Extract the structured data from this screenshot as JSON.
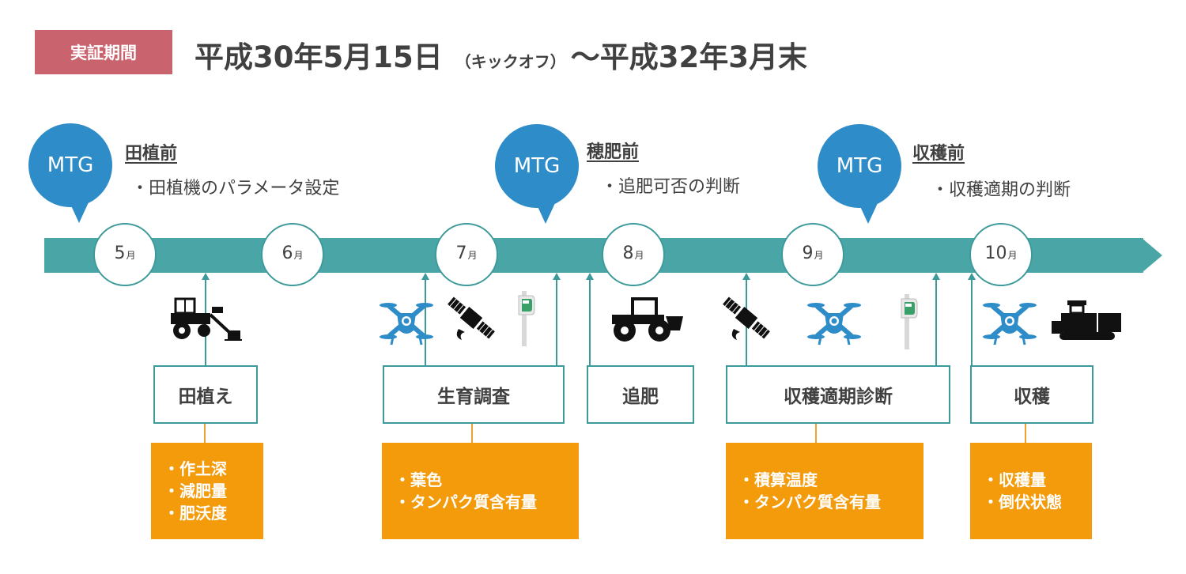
{
  "header": {
    "badge": "実証期間",
    "period_start": "平成30年5月15日",
    "period_note": "（キックオフ）",
    "period_end": "〜平成32年3月末"
  },
  "meetings": [
    {
      "label": "MTG",
      "phase": "田植前",
      "desc": "・田植機のパラメータ設定"
    },
    {
      "label": "MTG",
      "phase": "穂肥前",
      "desc": "・追肥可否の判断"
    },
    {
      "label": "MTG",
      "phase": "収穫前",
      "desc": "・収穫適期の判断"
    }
  ],
  "months": [
    {
      "num": "5",
      "unit": "月"
    },
    {
      "num": "6",
      "unit": "月"
    },
    {
      "num": "7",
      "unit": "月"
    },
    {
      "num": "8",
      "unit": "月"
    },
    {
      "num": "9",
      "unit": "月"
    },
    {
      "num": "10",
      "unit": "月"
    }
  ],
  "activities": [
    {
      "label": "田植え",
      "details": [
        "・作土深",
        "・減肥量",
        "・肥沃度"
      ]
    },
    {
      "label": "生育調査",
      "details": [
        "・葉色",
        "・タンパク質含有量"
      ]
    },
    {
      "label": "追肥",
      "details": []
    },
    {
      "label": "収穫適期診断",
      "details": [
        "・積算温度",
        "・タンパク質含有量"
      ]
    },
    {
      "label": "収穫",
      "details": [
        "・収穫量",
        "・倒伏状態"
      ]
    }
  ],
  "icons": {
    "rice_transplanter": "rice-transplanter-icon",
    "drone": "drone-icon",
    "satellite": "satellite-icon",
    "field_sensor": "field-sensor-icon",
    "tractor": "tractor-icon",
    "combine": "combine-harvester-icon"
  },
  "colors": {
    "badge": "#c9636d",
    "mtg_bubble": "#2e8cc8",
    "timeline": "#4aa6a6",
    "detail_box": "#f39b0a",
    "drone": "#2e8cc8"
  }
}
